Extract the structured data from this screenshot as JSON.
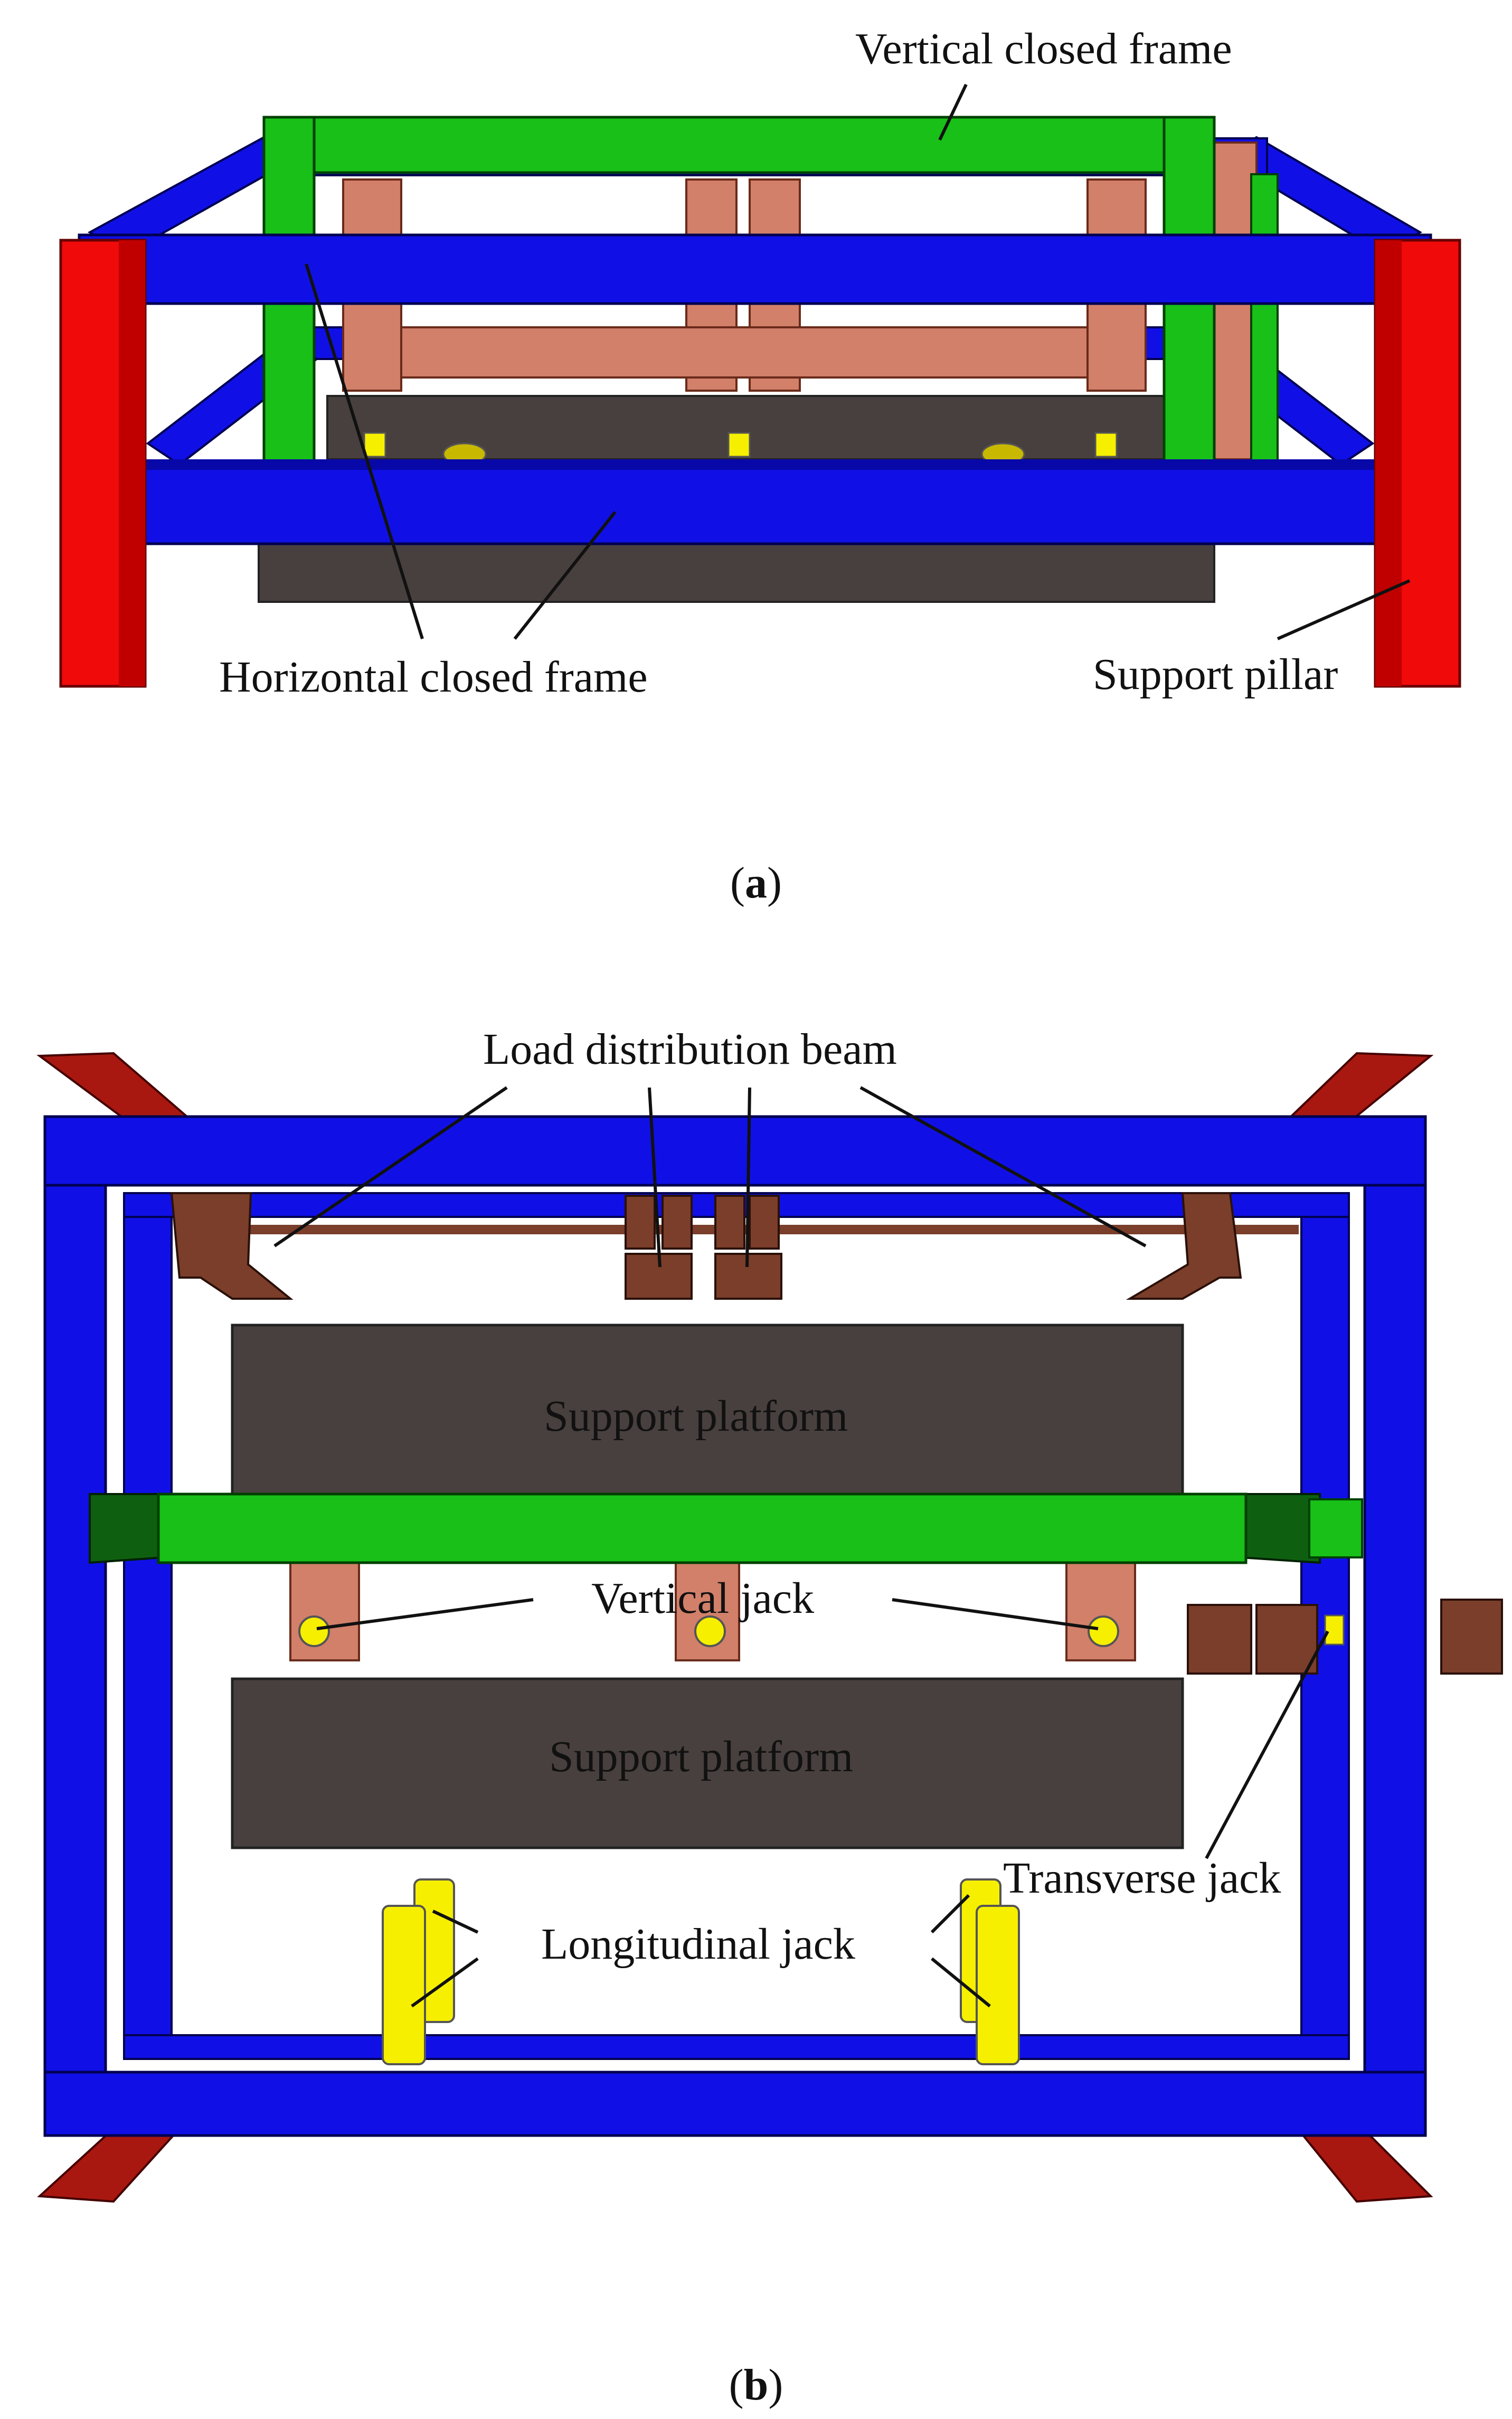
{
  "panel_a": {
    "labels": {
      "vertical_closed_frame": "Vertical closed frame",
      "horizontal_closed_frame": "Horizontal closed frame",
      "support_pillar": "Support pillar"
    },
    "caption": {
      "open": "(",
      "letter": "a",
      "close": ")"
    }
  },
  "panel_b": {
    "labels": {
      "load_distribution_beam": "Load distribution beam",
      "support_platform_top": "Support platform",
      "vertical_jack": "Vertical jack",
      "support_platform_bottom": "Support platform",
      "transverse_jack": "Transverse jack",
      "longitudinal_jack": "Longitudinal jack"
    },
    "caption": {
      "open": "(",
      "letter": "b",
      "close": ")"
    }
  },
  "colors": {
    "frame_blue": "#1010e6",
    "frame_green": "#18c018",
    "pillar_red": "#f00a0a",
    "beam_copper": "#d2806a",
    "platform_gray": "#48403e",
    "jack_yellow": "#f6f000",
    "bracket_red": "#a81810",
    "beam_brown": "#7a3e2a"
  }
}
